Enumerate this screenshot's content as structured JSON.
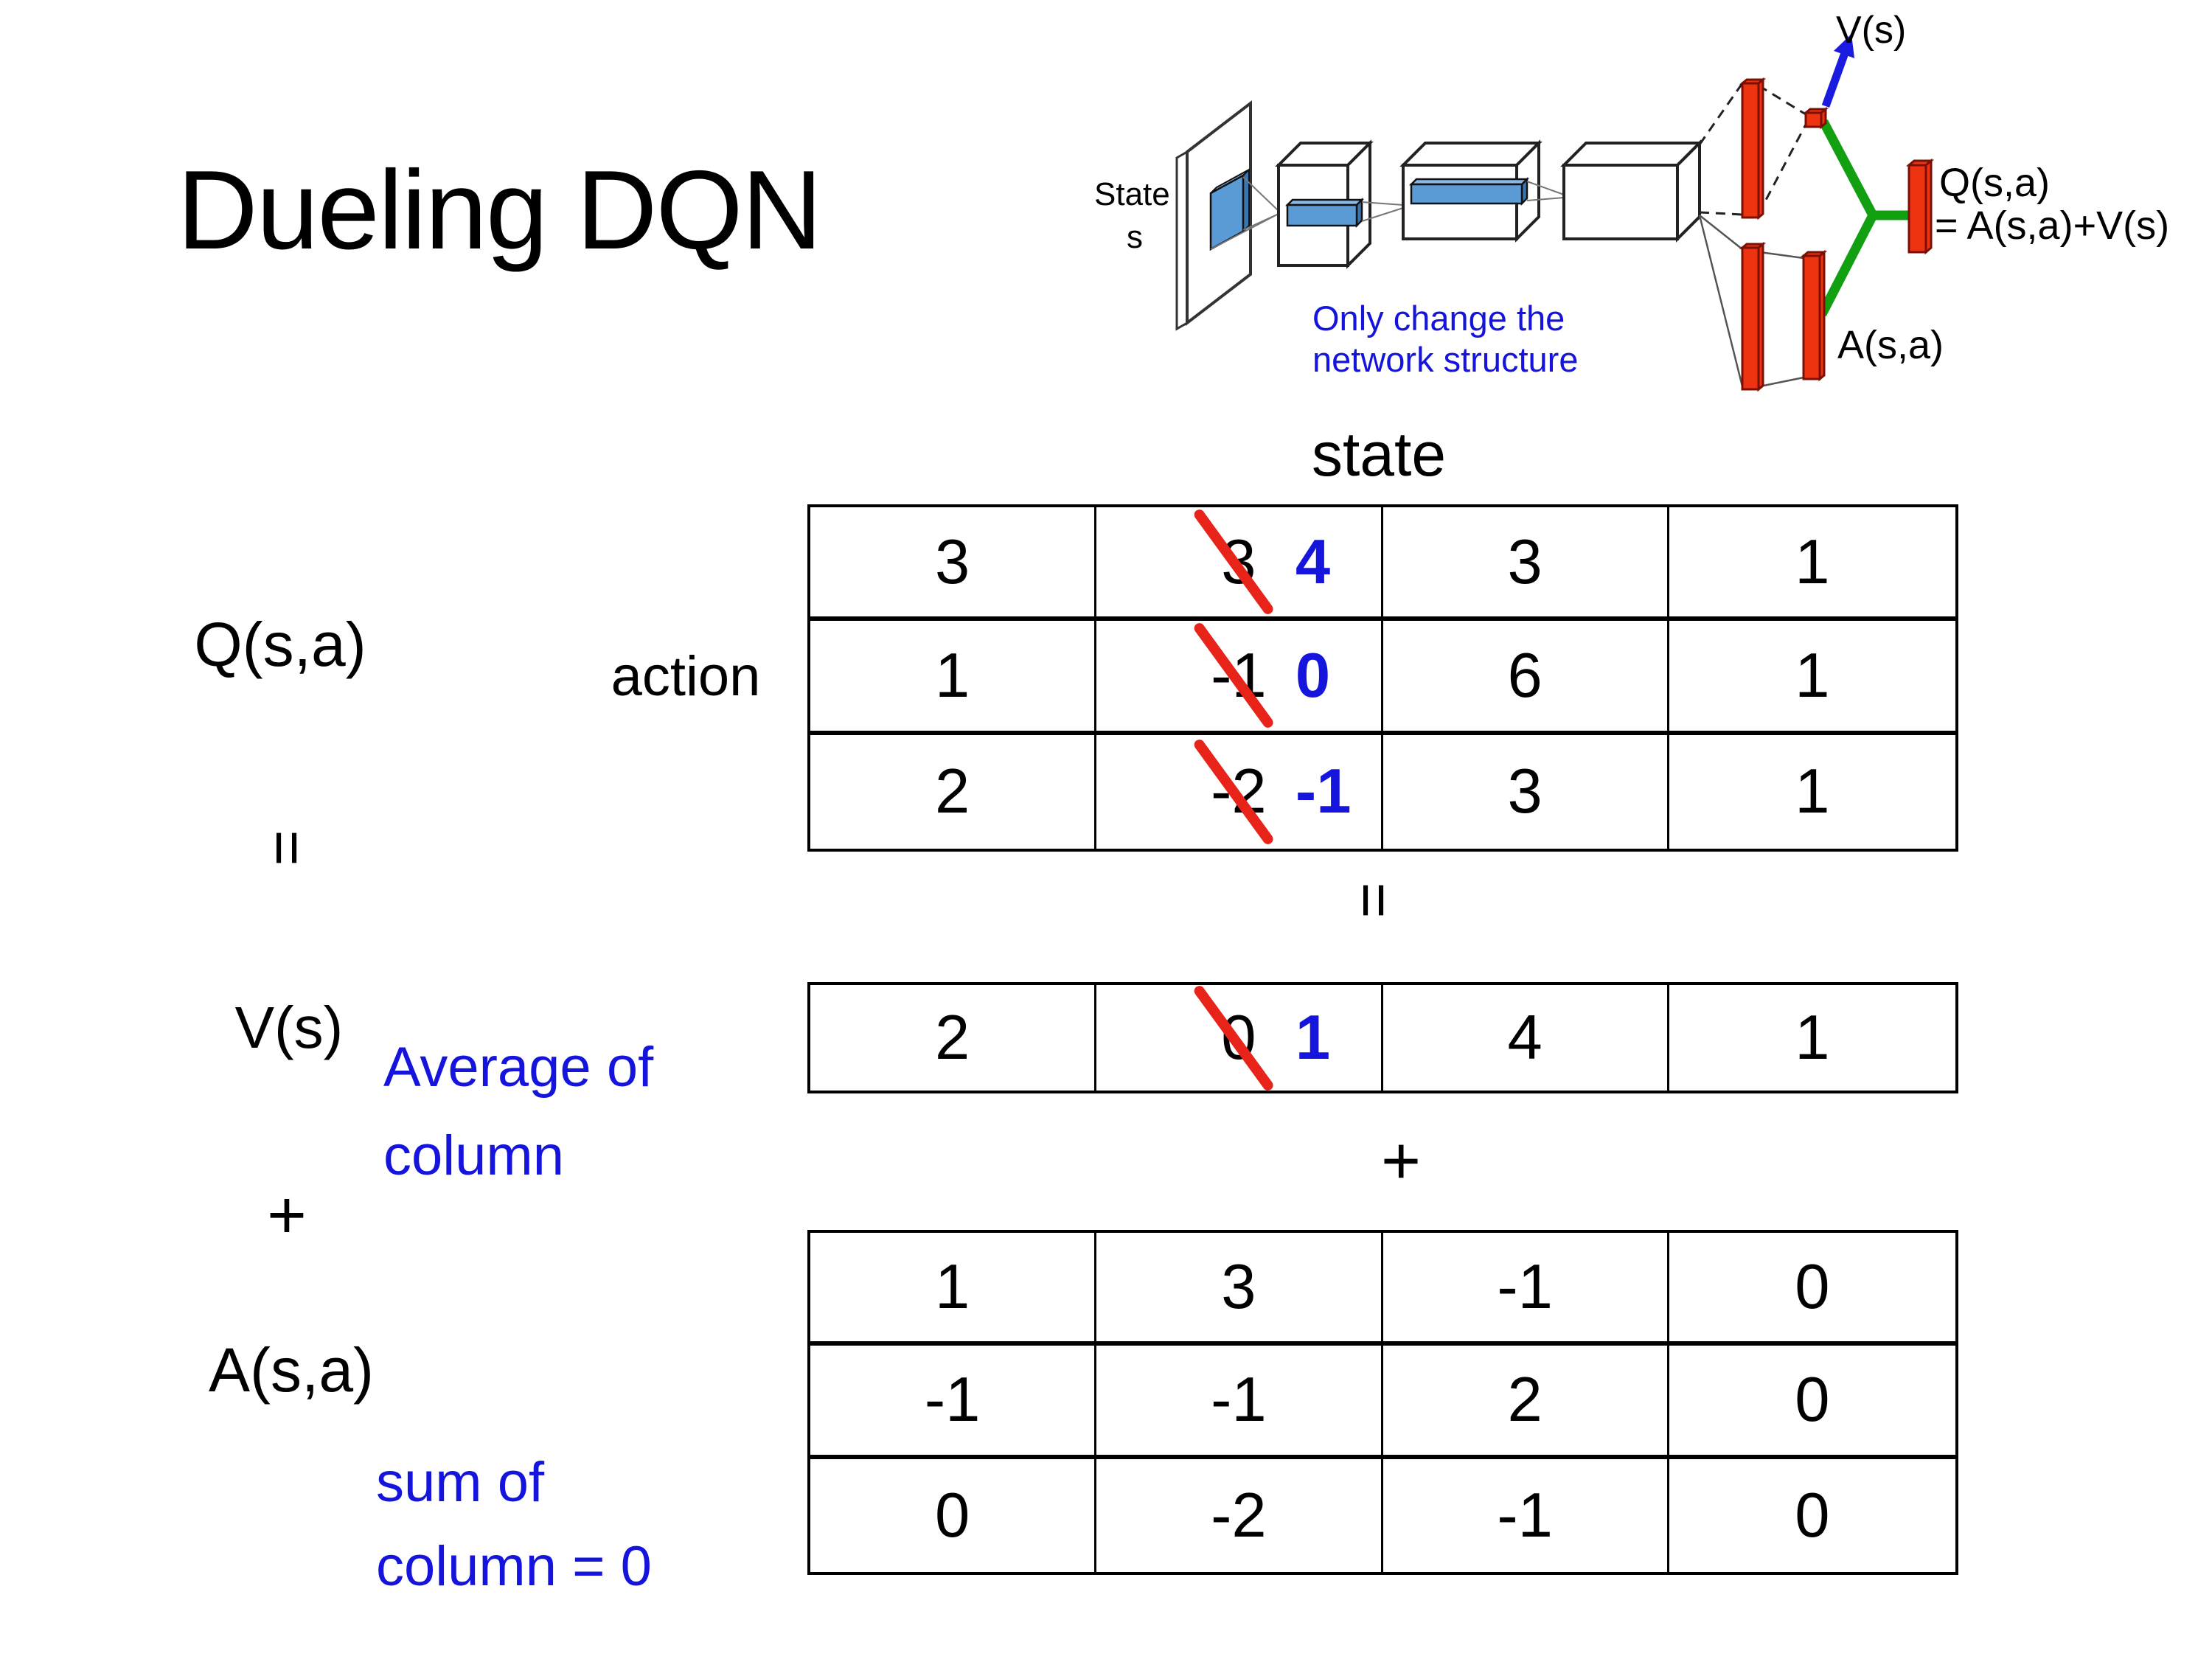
{
  "slide": {
    "title": "Dueling DQN"
  },
  "colors": {
    "note_blue": "#1414dd",
    "value_blue": "#1515dd",
    "strike_red": "#e8231a",
    "bar_red": "#ee3311",
    "bar_red_edge": "#7a1005",
    "green": "#12a012",
    "arrow_blue": "#1b1be0",
    "feature_blue": "#5b9bd5",
    "feature_blue_dark": "#3a75ad",
    "feature_blue_light": "#8ab7e6"
  },
  "network_diagram": {
    "state_label_line1": "State",
    "state_label_line2": "s",
    "note_line1": "Only change the",
    "note_line2": "network structure",
    "v_output_label": "V(s)",
    "a_output_label": "A(s,a)",
    "q_output_label_line1": "Q(s,a)",
    "q_output_label_line2": "= A(s,a)+V(s)"
  },
  "decomposition": {
    "state_axis_label": "state",
    "action_axis_label": "action",
    "q_label": "Q(s,a)",
    "v_label": "V(s)",
    "a_label": "A(s,a)",
    "equals_symbol": "=",
    "plus_symbol": "+",
    "avg_note_line1": "Average of",
    "avg_note_line2": "column",
    "sum_note_line1": "sum of",
    "sum_note_line2": "column = 0",
    "q_table": [
      [
        "3",
        {
          "old": "3",
          "new": "4"
        },
        "3",
        "1"
      ],
      [
        "1",
        {
          "old": "-1",
          "new": "0"
        },
        "6",
        "1"
      ],
      [
        "2",
        {
          "old": "-2",
          "new": "-1"
        },
        "3",
        "1"
      ]
    ],
    "v_table": [
      [
        "2",
        {
          "old": "0",
          "new": "1"
        },
        "4",
        "1"
      ]
    ],
    "a_table": [
      [
        "1",
        "3",
        "-1",
        "0"
      ],
      [
        "-1",
        "-1",
        "2",
        "0"
      ],
      [
        "0",
        "-2",
        "-1",
        "0"
      ]
    ]
  }
}
